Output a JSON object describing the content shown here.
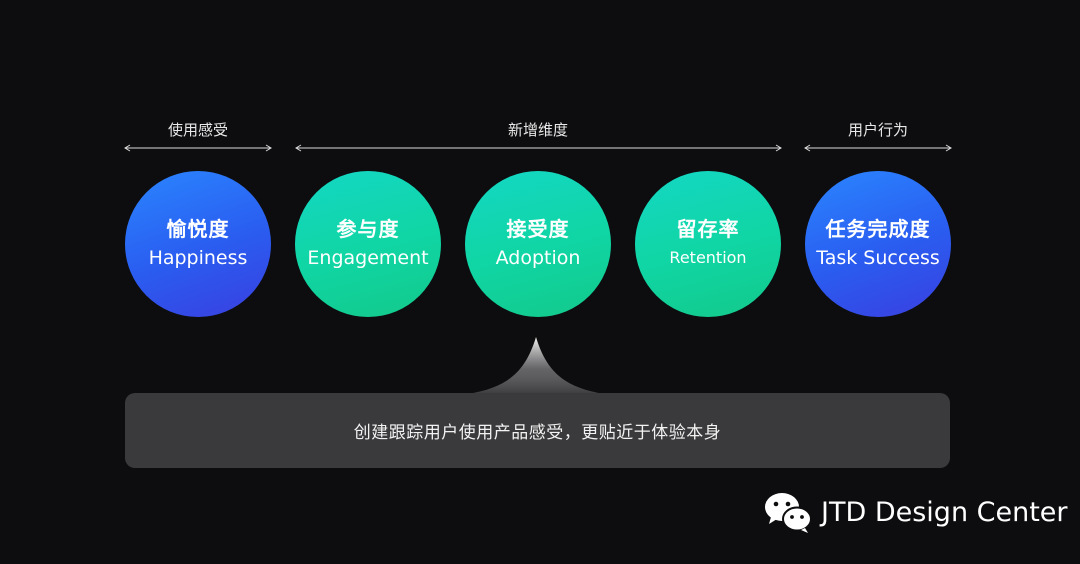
{
  "groups": [
    {
      "label": "使用感受"
    },
    {
      "label": "新增维度"
    },
    {
      "label": "用户行为"
    }
  ],
  "metrics": [
    {
      "zh": "愉悦度",
      "en": "Happiness",
      "color": "blue"
    },
    {
      "zh": "参与度",
      "en": "Engagement",
      "color": "green"
    },
    {
      "zh": "接受度",
      "en": "Adoption",
      "color": "green"
    },
    {
      "zh": "留存率",
      "en": "Retention",
      "color": "green"
    },
    {
      "zh": "任务完成度",
      "en": "Task Success",
      "color": "blue"
    }
  ],
  "callout": {
    "text": "创建跟踪用户使用产品感受，更贴近于体验本身",
    "points_to": "接受度"
  },
  "brand": {
    "name": "JTD Design Center",
    "icon": "wechat-icon"
  },
  "colors": {
    "background": "#0d0d0f",
    "blue": "#2a6cf5",
    "green": "#12d4b0",
    "callout": "#3a3a3c"
  }
}
